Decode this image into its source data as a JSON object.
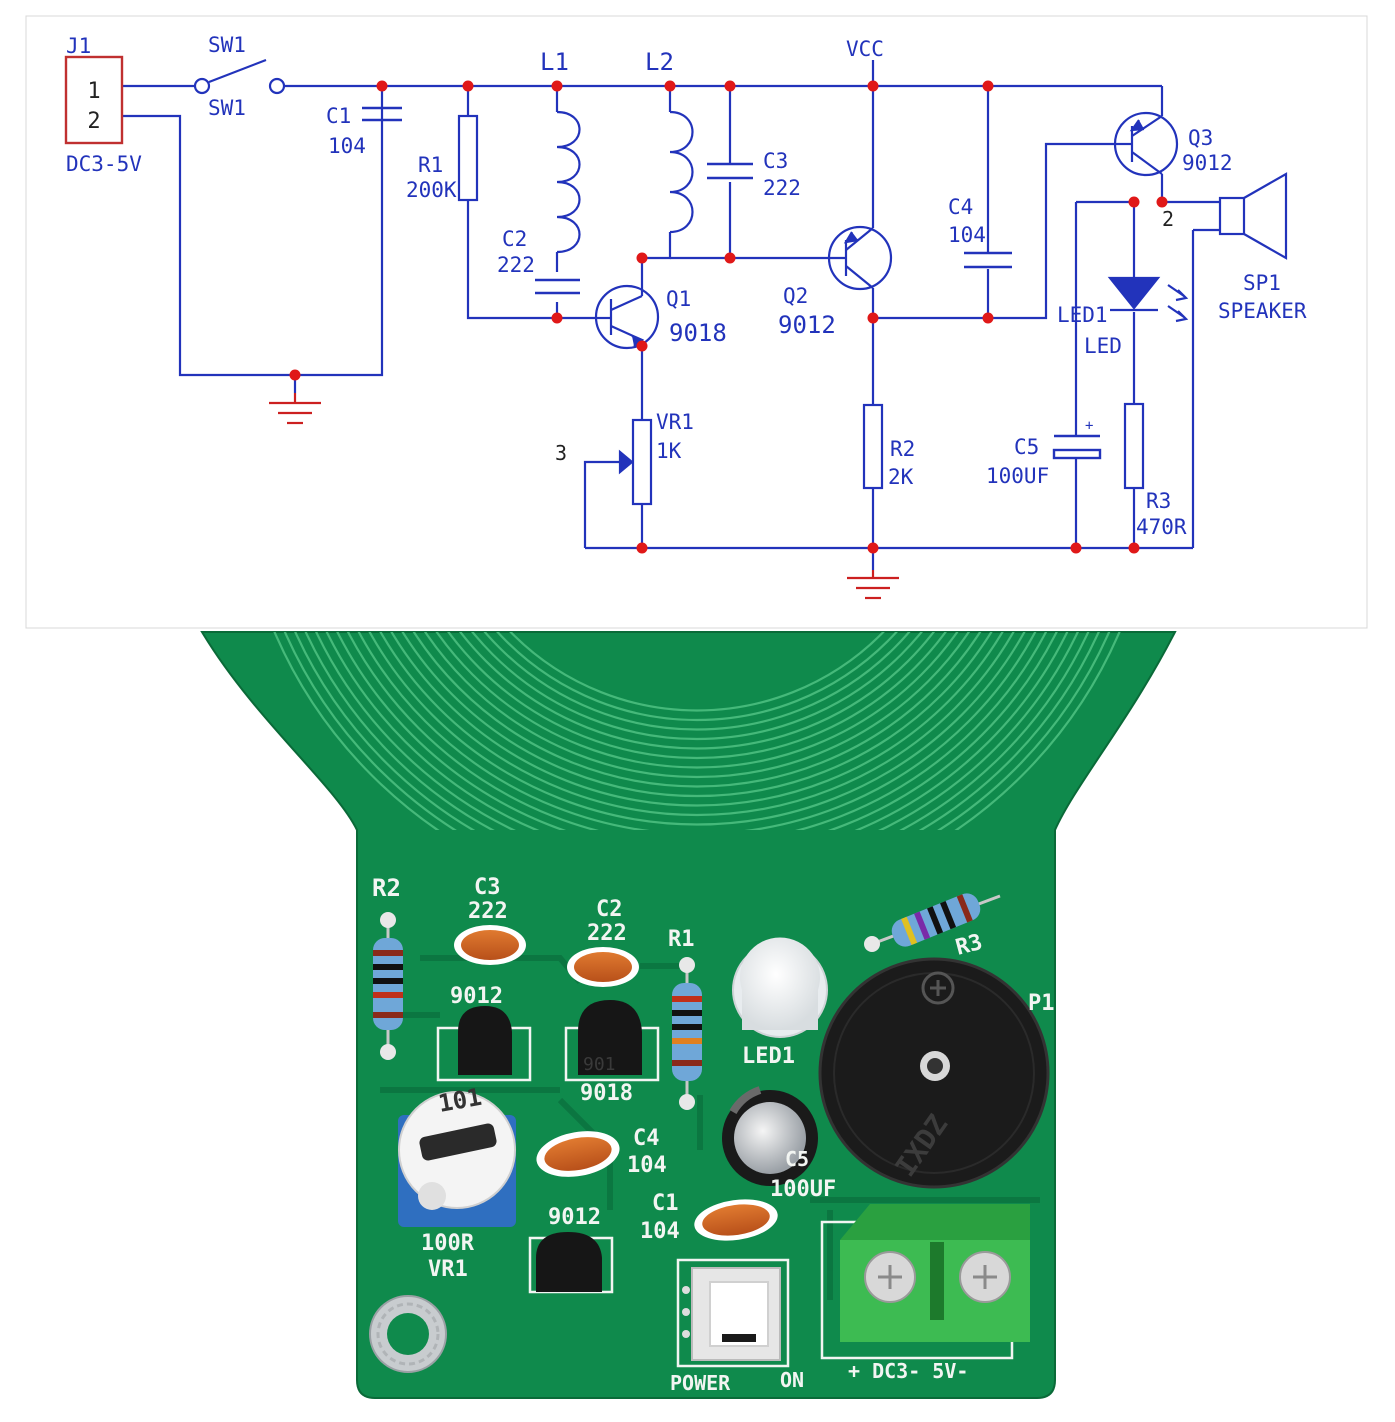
{
  "schematic": {
    "j1": {
      "ref": "J1",
      "pin1": "1",
      "pin2": "2",
      "value": "DC3-5V"
    },
    "sw1": {
      "ref_top": "SW1",
      "ref_bottom": "SW1"
    },
    "c1": {
      "ref": "C1",
      "value": "104"
    },
    "r1": {
      "ref": "R1",
      "value": "200K"
    },
    "l1": {
      "ref": "L1"
    },
    "l2": {
      "ref": "L2"
    },
    "c2": {
      "ref": "C2",
      "value": "222"
    },
    "c3": {
      "ref": "C3",
      "value": "222"
    },
    "vcc": {
      "label": "VCC"
    },
    "q1": {
      "ref": "Q1",
      "value": "9018"
    },
    "q2": {
      "ref": "Q2",
      "value": "9012"
    },
    "q3": {
      "ref": "Q3",
      "value": "9012"
    },
    "c4": {
      "ref": "C4",
      "value": "104"
    },
    "vr1": {
      "ref": "VR1",
      "value": "1K",
      "pin3": "3"
    },
    "r2": {
      "ref": "R2",
      "value": "2K"
    },
    "led1": {
      "ref": "LED1",
      "value": "LED"
    },
    "c5": {
      "ref": "C5",
      "value": "100UF",
      "plus": "+"
    },
    "r3": {
      "ref": "R3",
      "value": "470R"
    },
    "sp1": {
      "ref": "SP1",
      "value": "SPEAKER",
      "pin2": "2"
    }
  },
  "board": {
    "r2": "R2",
    "c3": "C3",
    "c3_value": "222",
    "c2": "C2",
    "c2_value": "222",
    "r1": "R1",
    "r3": "R3",
    "p1": "P1",
    "t_left": "9012",
    "t_mid": "9018",
    "t_mid_body": "901",
    "led1": "LED1",
    "vr_body": "101",
    "vr_value": "100R",
    "vr_ref": "VR1",
    "c4": "C4",
    "c4_value": "104",
    "c5": "C5",
    "c5_value": "100UF",
    "t_bottom": "9012",
    "c1": "C1",
    "c1_value": "104",
    "buzzer_text": "IXDZ",
    "power": "POWER",
    "on": "ON",
    "terminal": "+ DC3- 5V-"
  },
  "colors": {
    "wire": "#2233bb",
    "junction": "#e01818",
    "ground": "#cc2020",
    "header_box": "#c03030",
    "pcb": "#0f8a4c",
    "pcb_dark": "#0a6a38",
    "silk": "#f2f5f2"
  }
}
